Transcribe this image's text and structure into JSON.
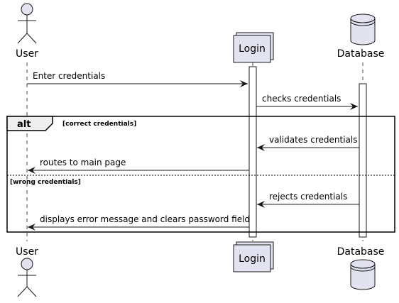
{
  "participants": {
    "user": {
      "name": "User",
      "kind": "actor",
      "icon": "stick-figure-icon"
    },
    "login": {
      "name": "Login",
      "kind": "collections",
      "icon": "stacked-box-icon"
    },
    "database": {
      "name": "Database",
      "kind": "database",
      "icon": "database-cylinder-icon"
    }
  },
  "messages": [
    {
      "from": "User",
      "to": "Login",
      "text": "Enter credentials"
    },
    {
      "from": "Login",
      "to": "Database",
      "text": "checks credentials"
    },
    {
      "from": "Database",
      "to": "Login",
      "text": "validates credentials"
    },
    {
      "from": "Login",
      "to": "User",
      "text": "routes to main page"
    },
    {
      "from": "Database",
      "to": "Login",
      "text": "rejects credentials"
    },
    {
      "from": "Login",
      "to": "User",
      "text": "displays error message and clears password field"
    }
  ],
  "alt_frame": {
    "keyword": "alt",
    "guard_1": "[correct credentials]",
    "guard_2": "[wrong credentials]"
  },
  "colors": {
    "participant_fill": "#E2E2F0",
    "participant_stroke": "#181818",
    "lifeline": "#181818",
    "frame_header_fill": "#EEEEEE"
  }
}
